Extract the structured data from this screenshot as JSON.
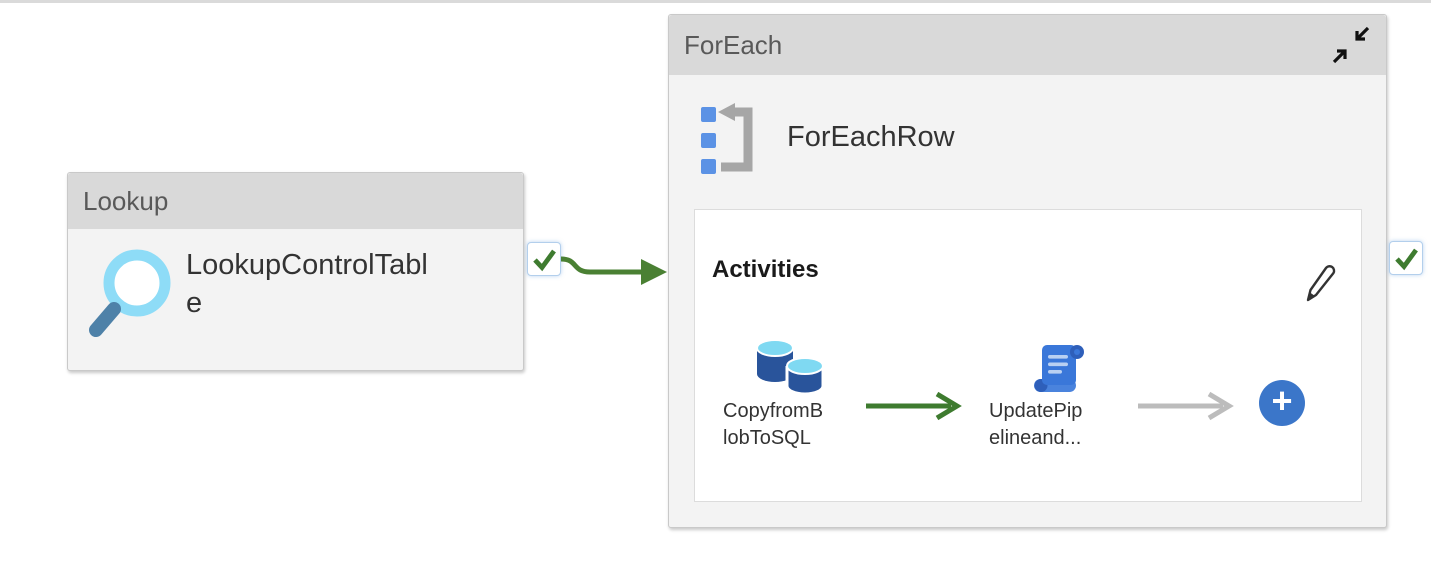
{
  "canvas": {
    "title": "pipeline-canvas"
  },
  "lookup_node": {
    "header": "Lookup",
    "name": "LookupControlTabl\ne",
    "icon": "magnifier"
  },
  "foreach_node": {
    "header": "ForEach",
    "name": "ForEachRow",
    "icon": "loop-list",
    "collapse_icon": "diagonal-collapse-arrows",
    "activities_panel": {
      "title": "Activities",
      "edit_icon": "pencil",
      "activities": [
        {
          "name": "CopyfromB\nlobToSQL",
          "icon": "double-database-cylinders"
        },
        {
          "name": "UpdatePip\nelineand...",
          "icon": "blue-scroll"
        }
      ],
      "add_button_label": "+",
      "connectors": [
        {
          "from": "CopyfromBlobToSQL",
          "to": "UpdatePipelineand...",
          "state": "active-green"
        },
        {
          "from": "UpdatePipelineand...",
          "to": "add-button",
          "state": "inactive-gray"
        }
      ]
    }
  },
  "connections": [
    {
      "from": "Lookup",
      "to": "ForEach",
      "type": "on-success",
      "badge": "green-checkmark"
    },
    {
      "from": "ForEach",
      "to": null,
      "type": "on-success",
      "badge": "green-checkmark"
    }
  ],
  "colors": {
    "node_header_bg": "#d9d9d9",
    "node_body_bg": "#f3f3f3",
    "node_border": "#c9c9c9",
    "panel_bg": "#ffffff",
    "panel_border": "#dcdcdc",
    "header_text": "#595959",
    "name_text": "#333333",
    "success_green": "#3e7b2f",
    "connector_green": "#4a8033",
    "inactive_gray": "#bcbcbc",
    "foreach_icon_blue": "#5b92e5",
    "foreach_icon_gray": "#a6a6a6",
    "magnifier_ring": "#8edcf7",
    "magnifier_handle": "#4e81a8",
    "cylinder_blue": "#29549b",
    "cylinder_top_cyan": "#7fd9f2",
    "scroll_blue": "#3a77d9",
    "add_button_blue": "#3b76c9",
    "checkbox_border": "#b3cfec"
  }
}
